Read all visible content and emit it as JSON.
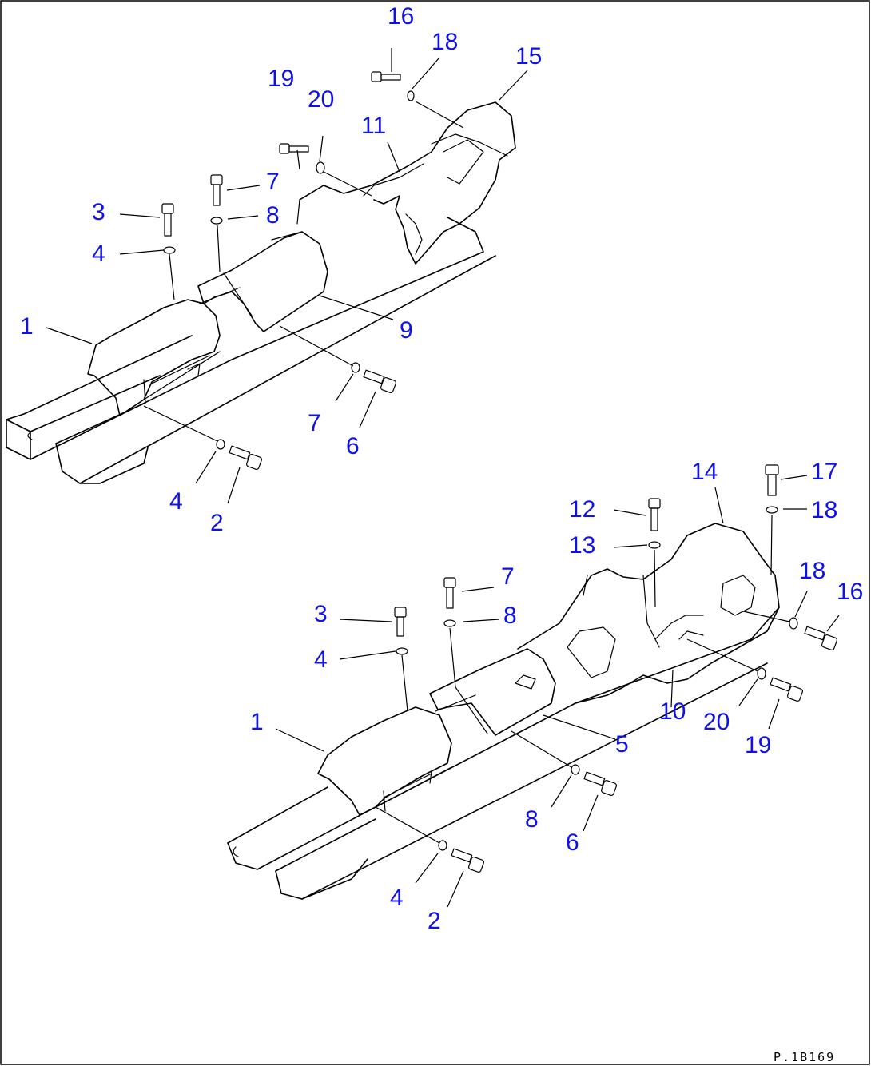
{
  "drawing_code": "P.1B169",
  "colors": {
    "callout": "#1010e8",
    "line": "#000000",
    "background": "#ffffff"
  },
  "callouts": [
    "1",
    "2",
    "3",
    "4",
    "5",
    "6",
    "7",
    "8",
    "9",
    "10",
    "11",
    "12",
    "13",
    "14",
    "15",
    "16",
    "17",
    "18",
    "19",
    "20"
  ]
}
